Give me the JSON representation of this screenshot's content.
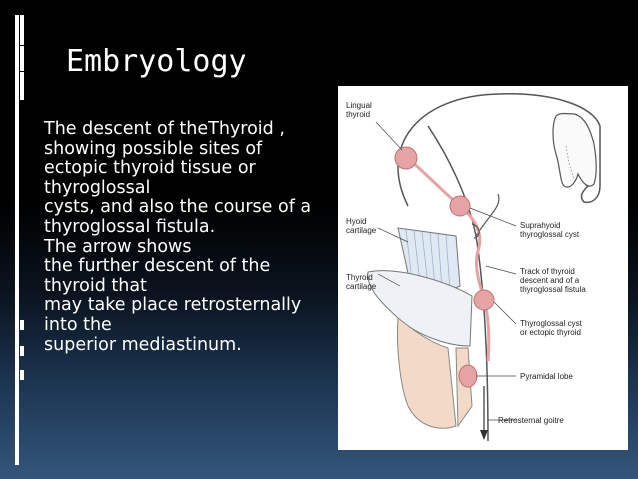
{
  "slide": {
    "title": "Embryology",
    "body_lines": [
      "The descent of theThyroid ,",
      "showing possible sites of",
      "ectopic thyroid tissue or",
      "thyroglossal",
      "cysts, and also the course of a",
      "thyroglossal fistula.",
      "The arrow shows",
      "the further descent of the",
      "thyroid that",
      "may take place retrosternally",
      "into the",
      "superior mediastinum."
    ]
  },
  "figure": {
    "labels": {
      "lingual_1": "Lingual",
      "lingual_2": "thyroid",
      "hyoid_1": "Hyoid",
      "hyoid_2": "cartilage",
      "thyroidc_1": "Thyroid",
      "thyroidc_2": "cartilage",
      "suprahyoid_1": "Suprahyoid",
      "suprahyoid_2": "thyroglossal cyst",
      "track_1": "Track of thyroid",
      "track_2": "descent and of a",
      "track_3": "thyroglossal fistula",
      "cyst_1": "Thyroglossal cyst",
      "cyst_2": "or ectopic thyroid",
      "pyramidal": "Pyramidal lobe",
      "retrosternal": "Retrosternal goitre"
    }
  },
  "colors": {
    "background_top": "#000000",
    "background_bottom": "#34567b",
    "text": "#ffffff",
    "thyroid_pink": "#e5a3a3",
    "cartilage_blue": "#dfe9f3"
  }
}
